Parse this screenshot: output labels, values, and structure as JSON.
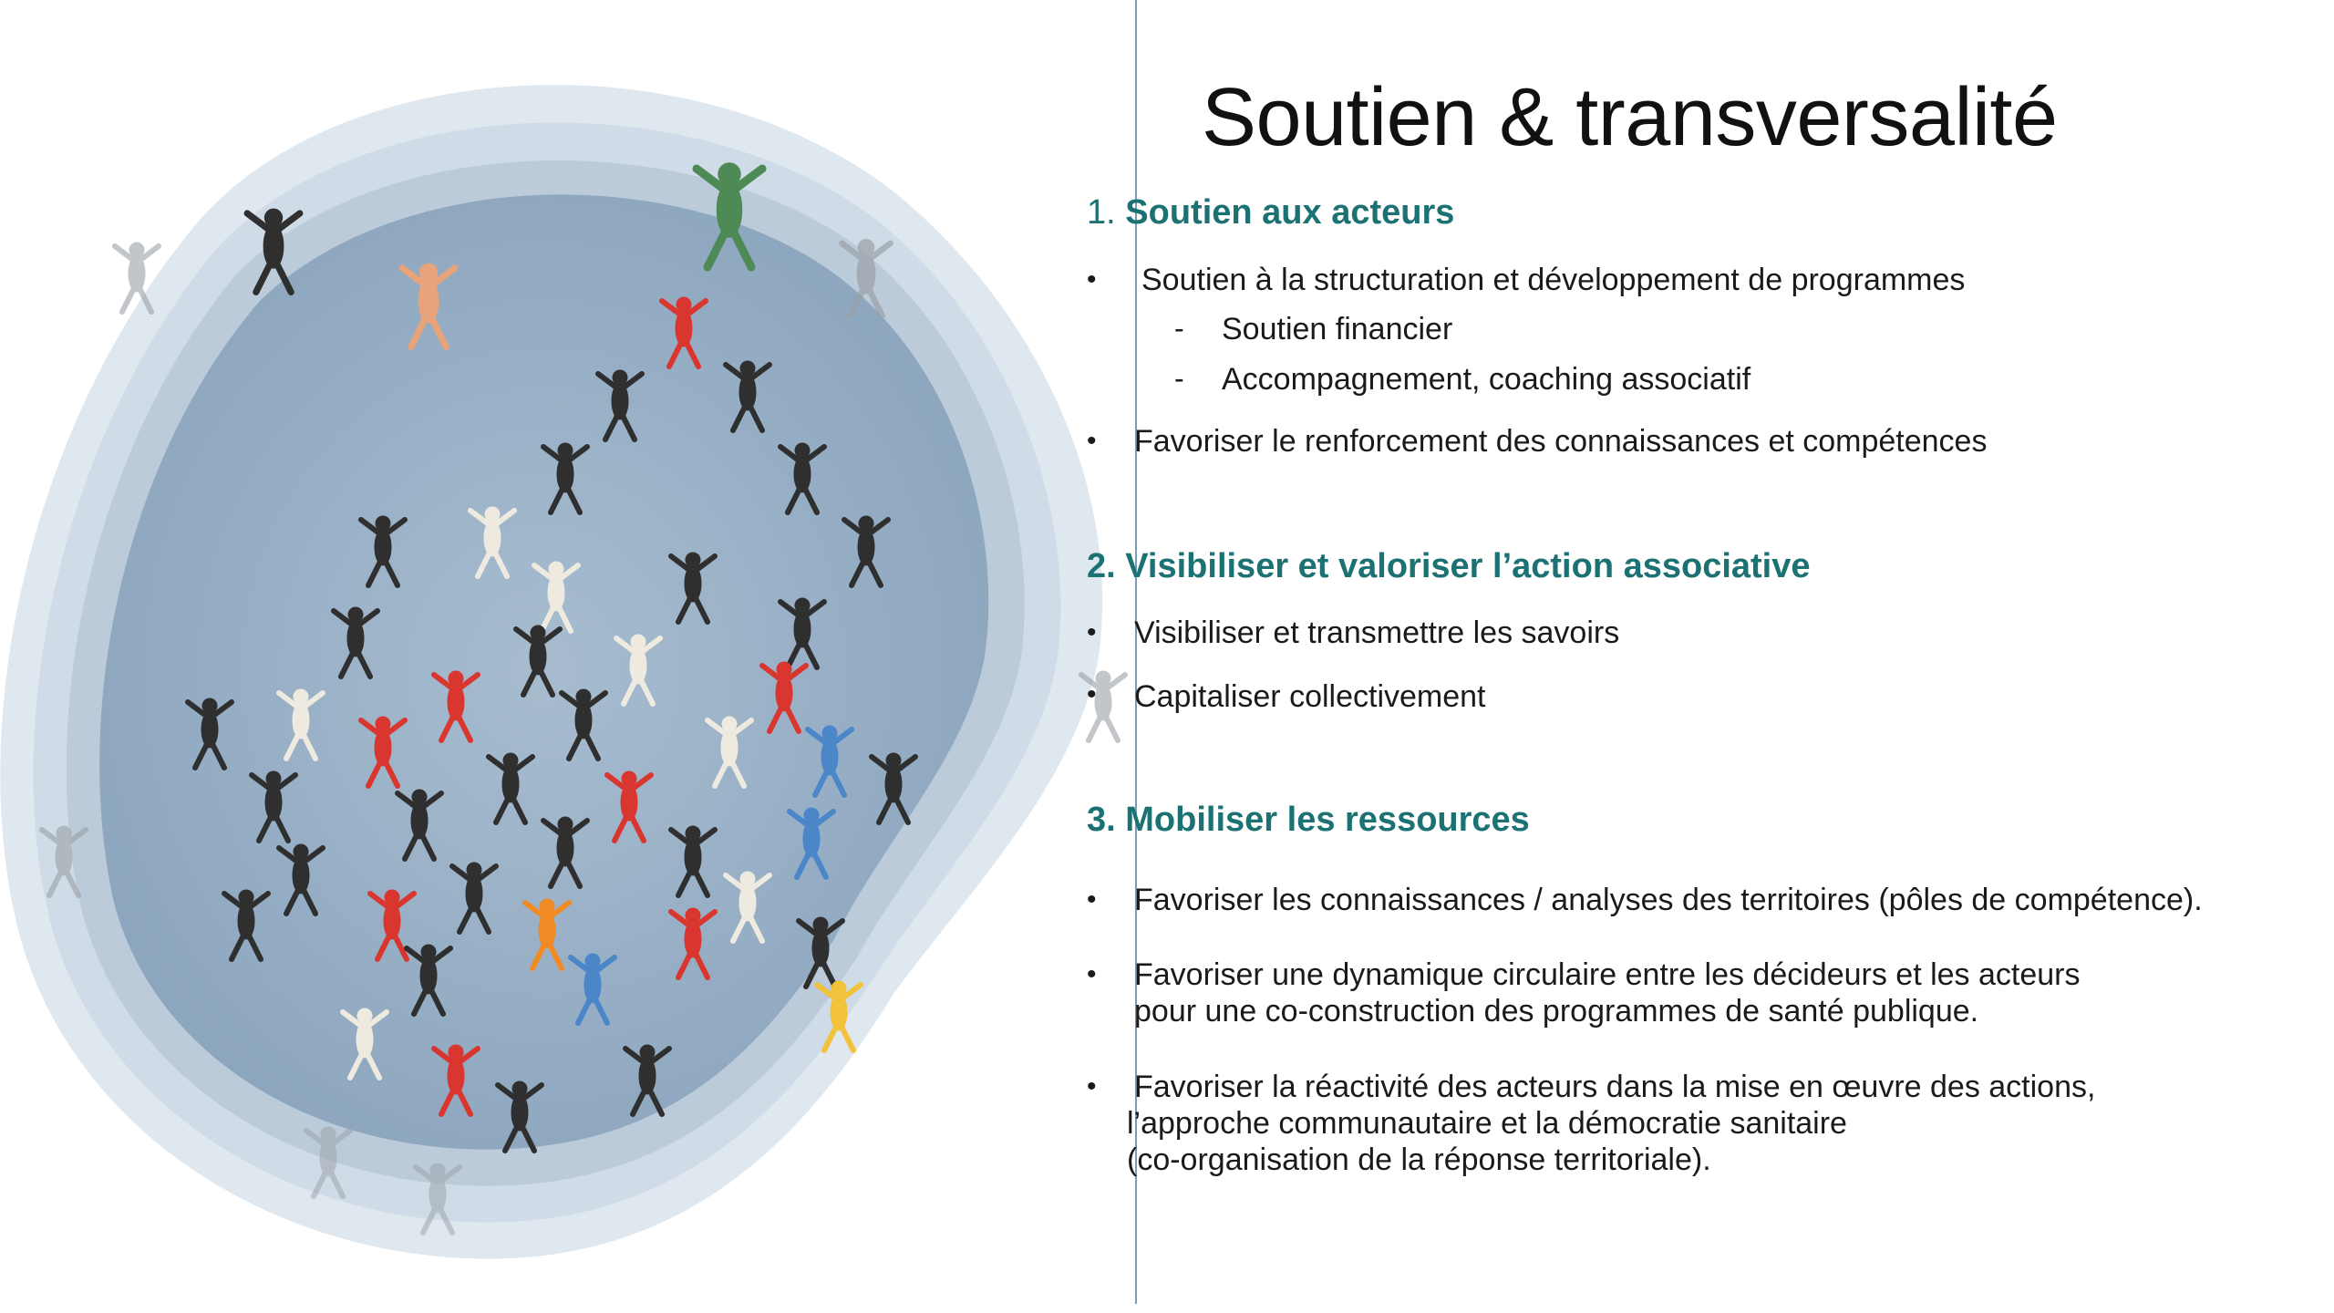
{
  "slide": {
    "title": "Soutien & transversalité",
    "sections": [
      {
        "number": "1.",
        "heading": "Soutien aux acteurs",
        "bullets": [
          "Soutien à la structuration et développement de programmes",
          "Favoriser le renforcement des connaissances et compétences"
        ],
        "sub_items": [
          "Soutien financier",
          "Accompagnement, coaching associatif"
        ]
      },
      {
        "number": "2.",
        "heading": "Visibiliser et valoriser l’action associative",
        "bullets": [
          "Visibiliser et transmettre les savoirs",
          "Capitaliser collectivement"
        ]
      },
      {
        "number": "3.",
        "heading": "Mobiliser les ressources",
        "bullets": [
          "Favoriser les connaissances / analyses des territoires (pôles de compétence).",
          [
            "Favoriser une dynamique circulaire entre les décideurs et les acteurs",
            "pour une co-construction des programmes de santé publique."
          ],
          [
            "Favoriser la réactivité des acteurs dans la mise en œuvre des actions,",
            "l’approche communautaire et la démocratie sanitaire",
            "(co-organisation de la réponse territoriale)."
          ]
        ]
      }
    ],
    "bullet_glyph": "•",
    "dash_glyph": "-"
  },
  "colors": {
    "heading": "#1c7173",
    "divider": "#7f9ab8",
    "sky": "#8fa9c1"
  },
  "image": {
    "icon": "skydivers-formation-photo-icon"
  }
}
